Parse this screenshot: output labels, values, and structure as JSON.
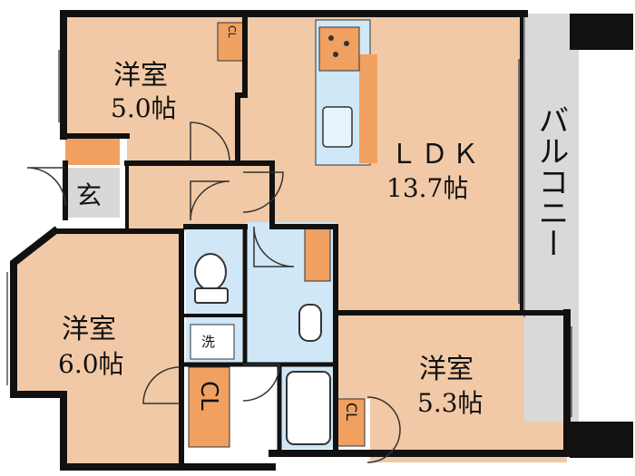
{
  "plan": {
    "rooms": {
      "western_nw": {
        "name": "洋室",
        "size": "5.0帖"
      },
      "ldk": {
        "name": "ＬＤＫ",
        "size": "13.7帖"
      },
      "western_sw": {
        "name": "洋室",
        "size": "6.0帖"
      },
      "western_se": {
        "name": "洋室",
        "size": "5.3帖"
      }
    },
    "entrance": "玄",
    "washer": "洗",
    "closets": {
      "nw": "CL",
      "center": "CL",
      "se": "CL"
    },
    "balcony": "バルコニー"
  },
  "colors": {
    "room_fill": "#F2C9A6",
    "wall": "#111111",
    "wet_area": "#CFE7F7",
    "closet": "#F0A060",
    "balcony": "#D9D9D9",
    "entrance": "#D8D8D8"
  }
}
